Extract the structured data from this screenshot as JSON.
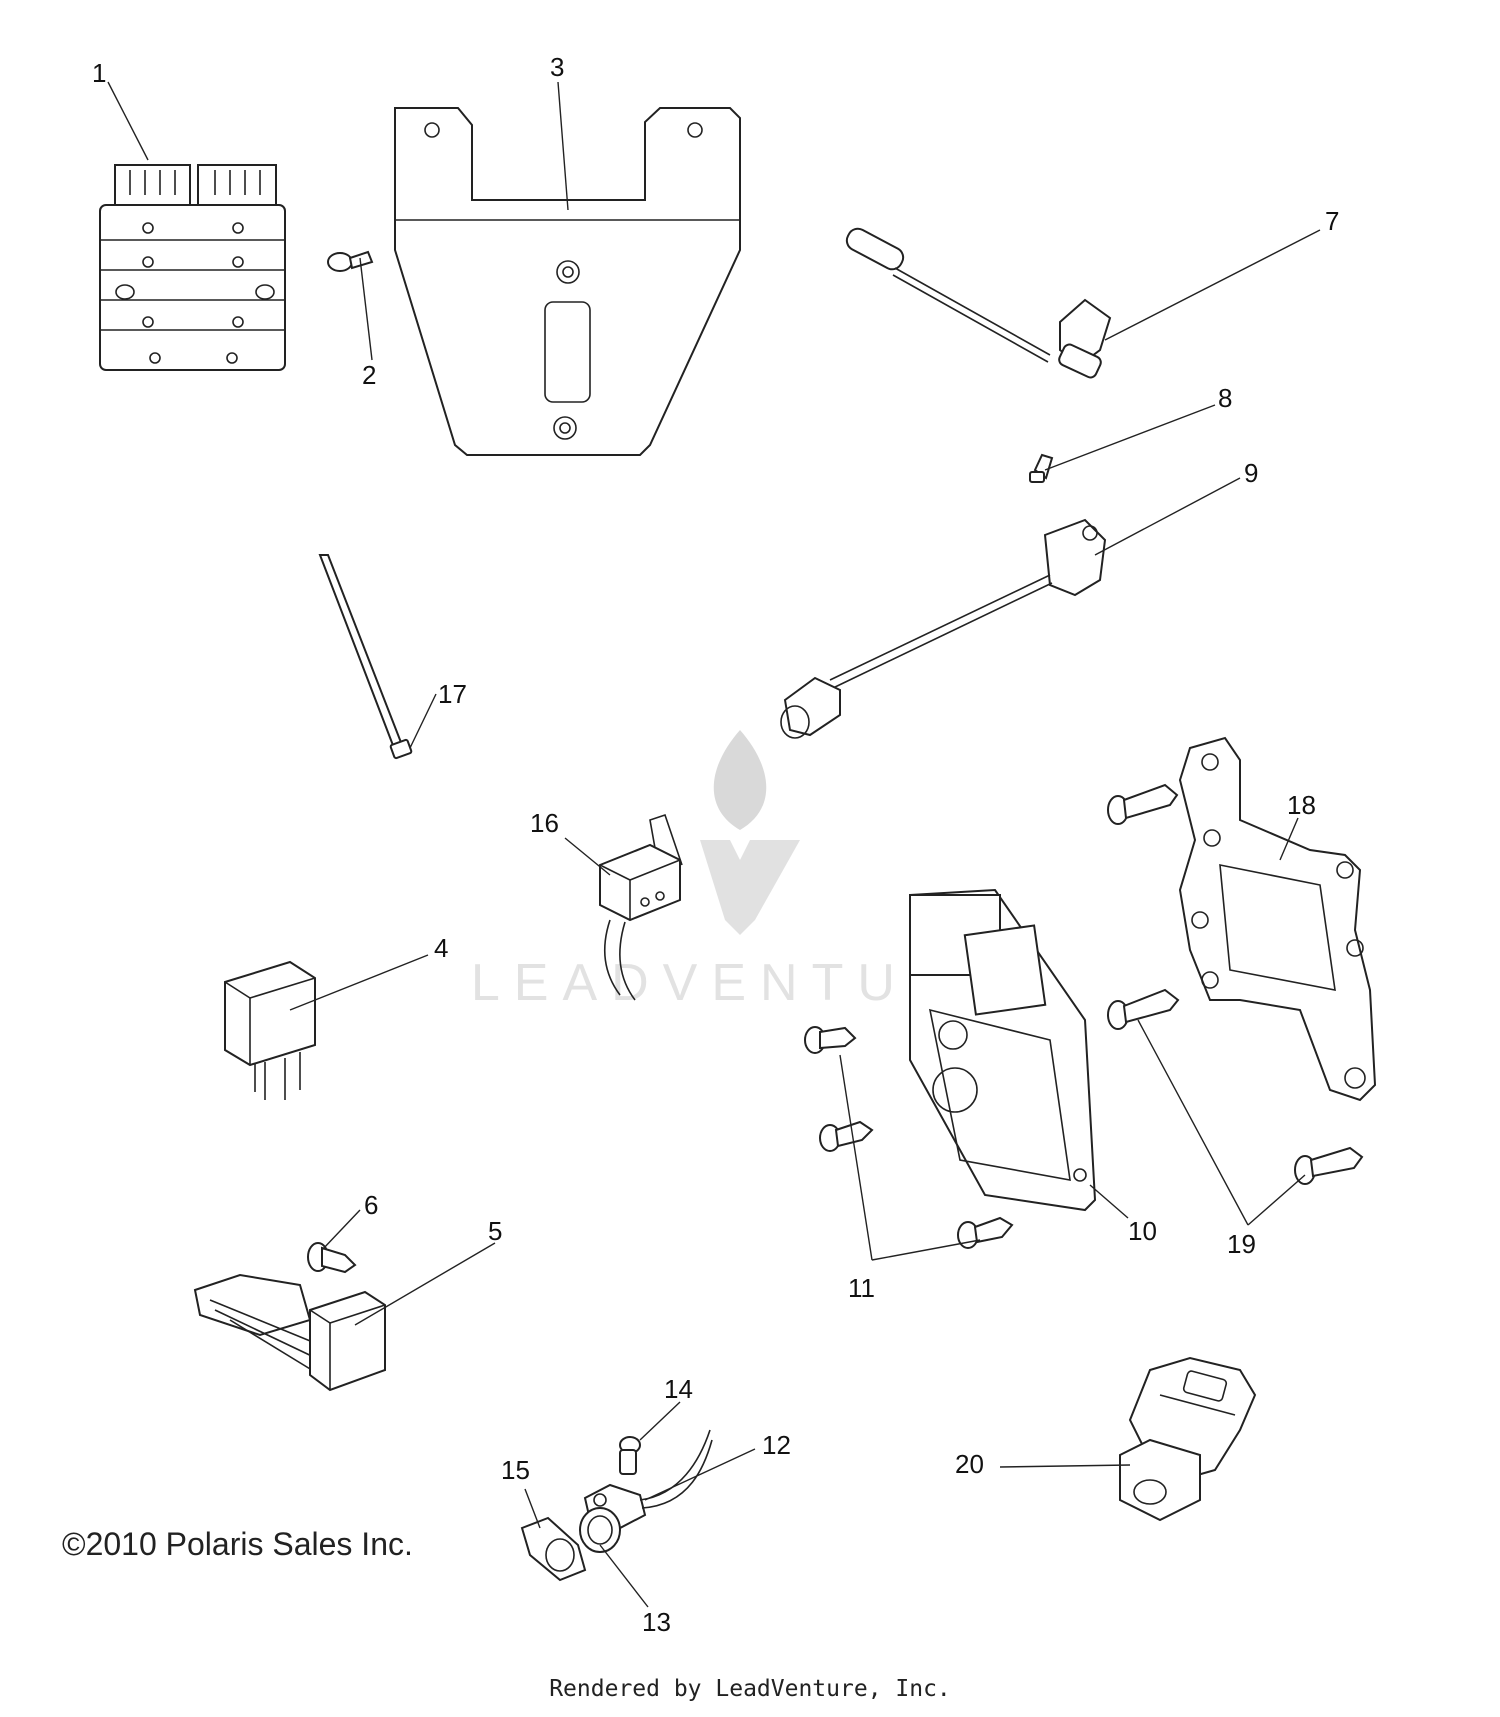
{
  "watermark": {
    "text": "LEADVENTURE"
  },
  "copyright": "©2010 Polaris Sales Inc.",
  "footer": "Rendered by LeadVenture, Inc.",
  "callouts": {
    "c1": "1",
    "c2": "2",
    "c3": "3",
    "c4": "4",
    "c5": "5",
    "c6": "6",
    "c7": "7",
    "c8": "8",
    "c9": "9",
    "c10": "10",
    "c11": "11",
    "c12": "12",
    "c13": "13",
    "c14": "14",
    "c15": "15",
    "c16": "16",
    "c17": "17",
    "c18": "18",
    "c19": "19",
    "c20": "20"
  }
}
